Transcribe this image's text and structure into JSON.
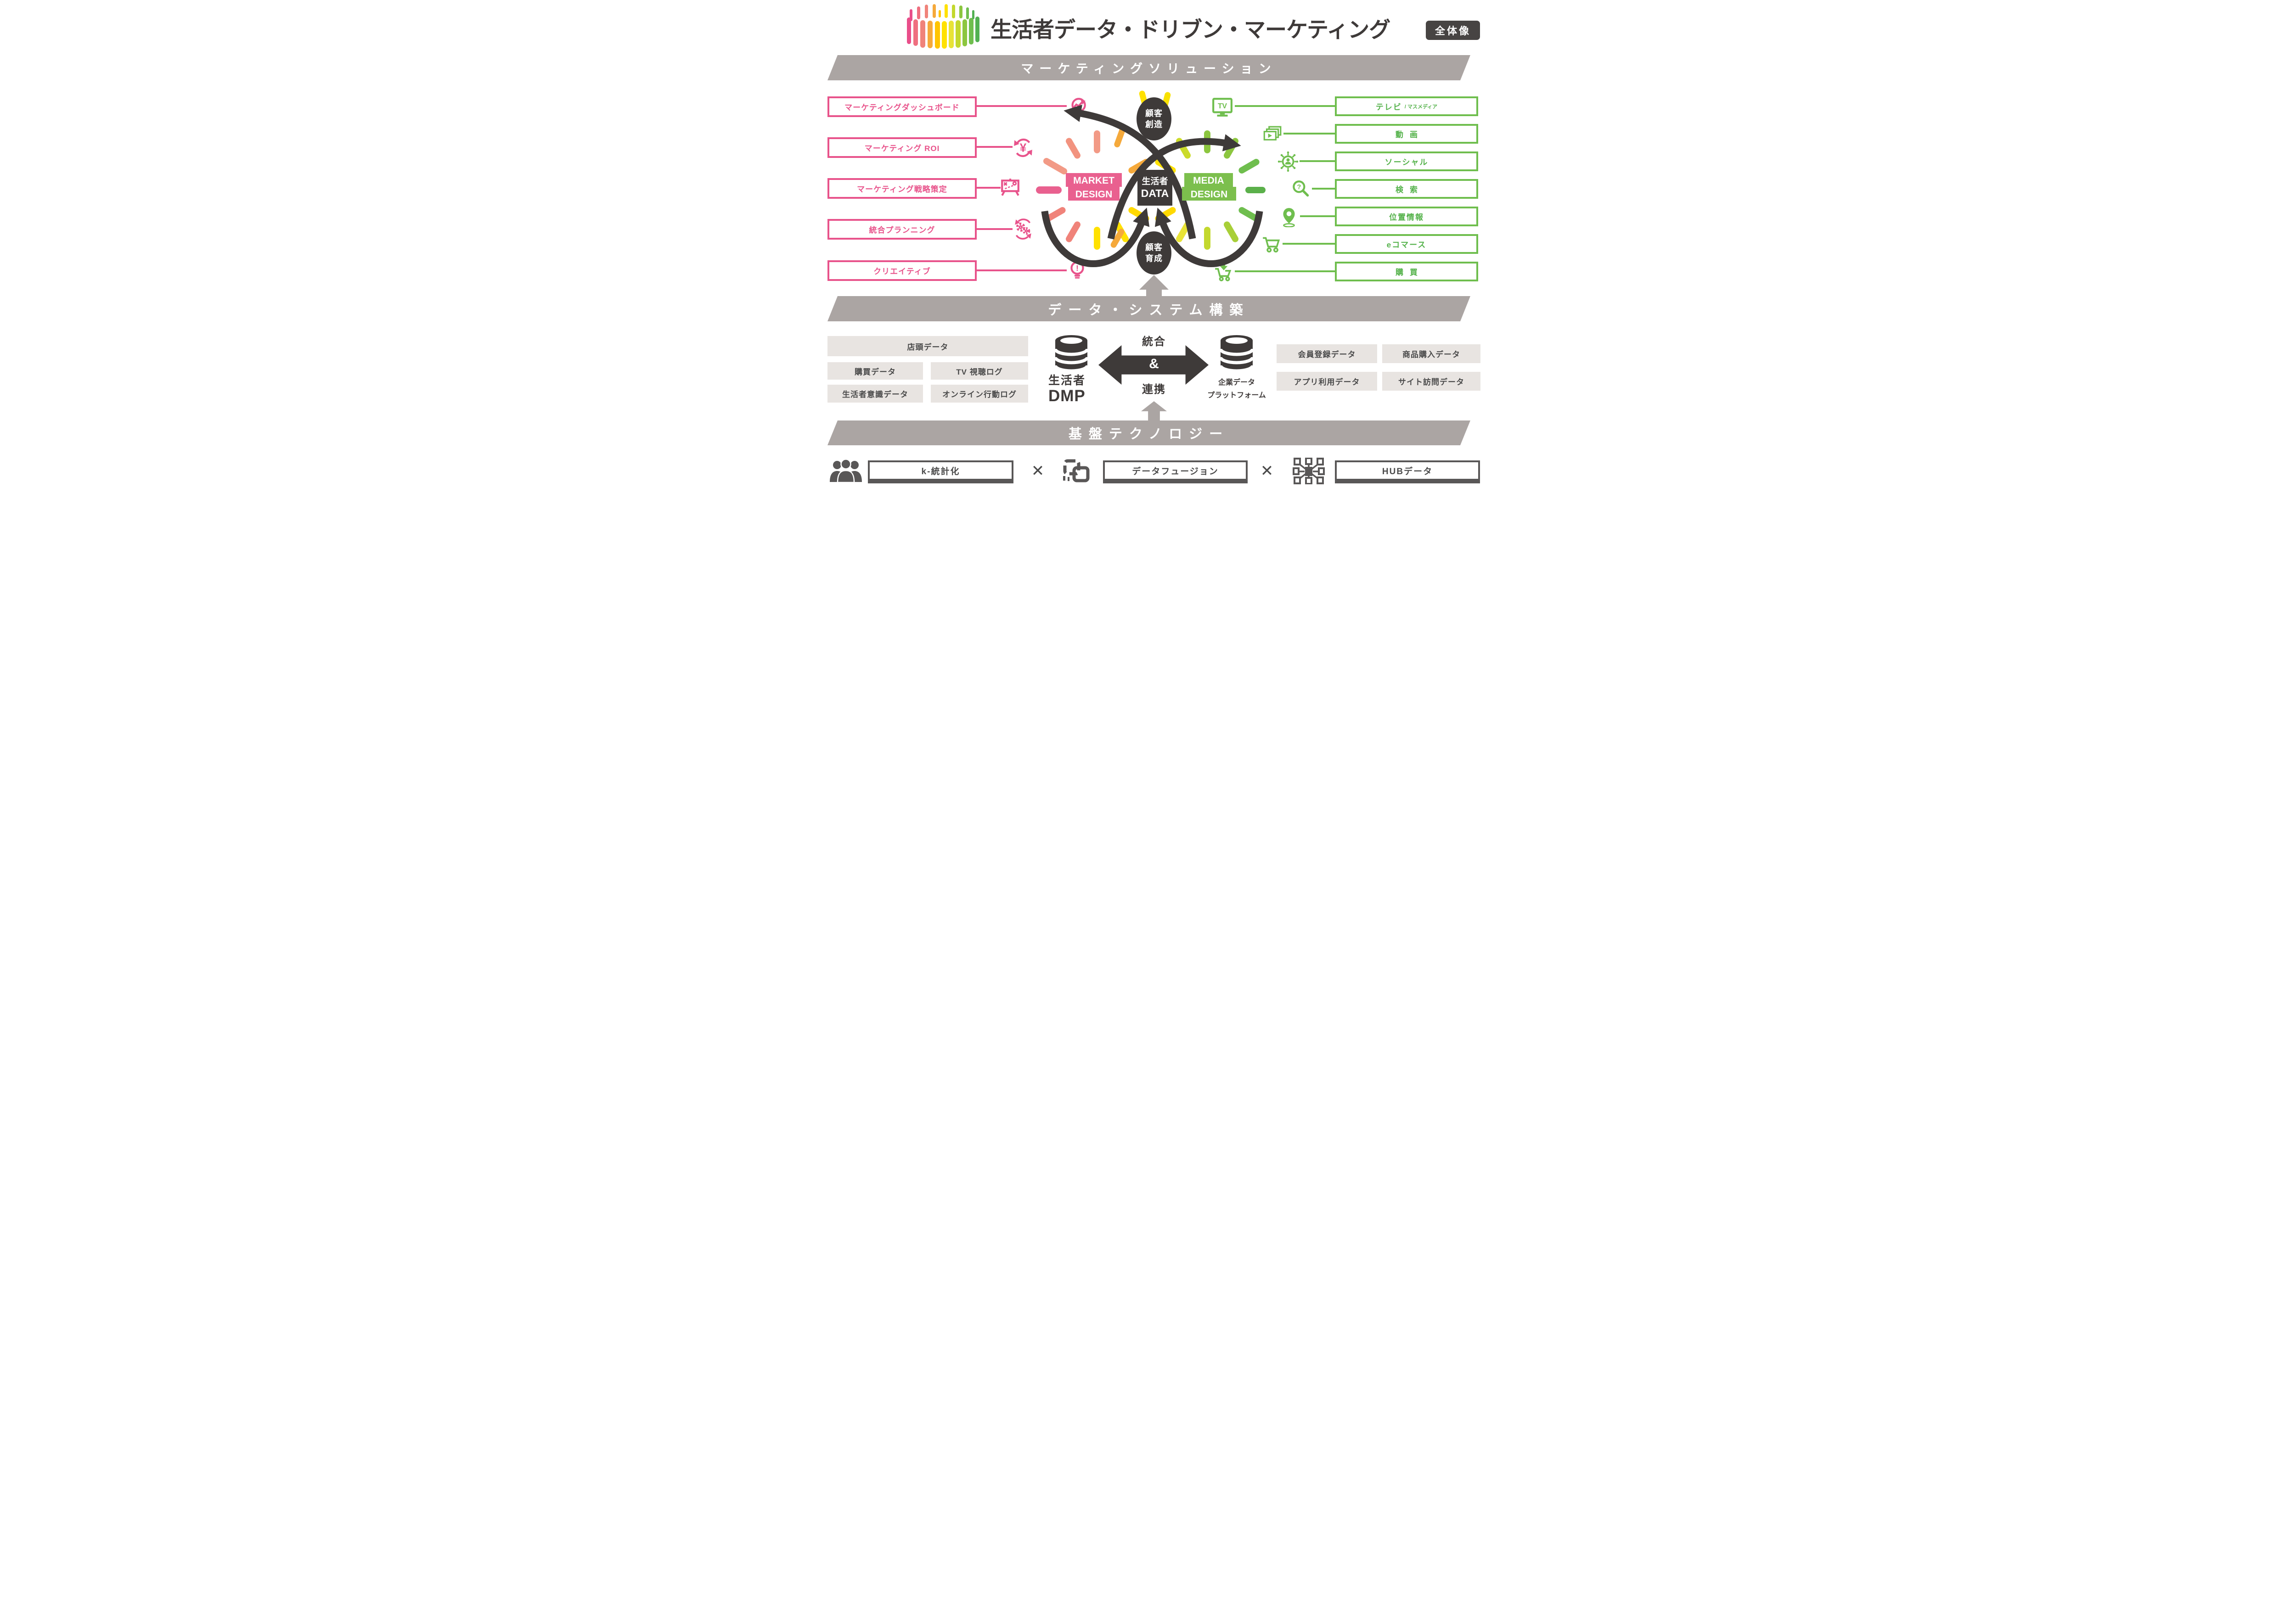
{
  "header": {
    "title": "生活者データ・ドリブン・マーケティング",
    "badge": "全体像"
  },
  "banners": {
    "solutions": "マーケティングソリューション",
    "data_system": "データ・システム構築",
    "technology": "基盤テクノロジー"
  },
  "solutions": {
    "left": [
      {
        "label": "マーケティングダッシュボード",
        "icon": "chart-growth-icon"
      },
      {
        "label": "マーケティング ROI",
        "icon": "yen-cycle-icon"
      },
      {
        "label": "マーケティング戦略策定",
        "icon": "strategy-board-icon"
      },
      {
        "label": "統合プランニング",
        "icon": "gears-cycle-icon"
      },
      {
        "label": "クリエイティブ",
        "icon": "idea-bulb-icon"
      }
    ],
    "right": [
      {
        "label": "テレビ",
        "suffix": "/ マスメディア",
        "icon": "tv-icon"
      },
      {
        "label": "動画",
        "icon": "video-icon"
      },
      {
        "label": "ソーシャル",
        "icon": "social-icon"
      },
      {
        "label": "検索",
        "icon": "search-icon"
      },
      {
        "label": "位置情報",
        "icon": "location-icon"
      },
      {
        "label": "eコマース",
        "icon": "ecommerce-cart-icon"
      },
      {
        "label": "購買",
        "icon": "purchase-cart-icon"
      }
    ],
    "center": {
      "market_line1": "MARKET",
      "market_line2": "DESIGN",
      "data_line1": "生活者",
      "data_line2": "DATA",
      "media_line1": "MEDIA",
      "media_line2": "DESIGN",
      "create_line1": "顧客",
      "create_line2": "創造",
      "nurture_line1": "顧客",
      "nurture_line2": "育成"
    }
  },
  "data_system": {
    "left_sources": {
      "wide": "店頭データ",
      "r2c1": "購買データ",
      "r2c2": "TV 視聴ログ",
      "r3c1": "生活者意識データ",
      "r3c2": "オンライン行動ログ"
    },
    "dmp_line1": "生活者",
    "dmp_line2": "DMP",
    "link_top": "統合",
    "link_mid": "&",
    "link_bottom": "連携",
    "enterprise_line1": "企業データ",
    "enterprise_line2": "プラットフォーム",
    "right_sources": {
      "r1c1": "会員登録データ",
      "r1c2": "商品購入データ",
      "r2c1": "アプリ利用データ",
      "r2c2": "サイト訪問データ"
    }
  },
  "technology": {
    "item1": {
      "label": "k-統計化",
      "icon": "people-group-icon"
    },
    "item2": {
      "label": "データフュージョン",
      "icon": "data-fusion-icon"
    },
    "item3": {
      "label": "HUBデータ",
      "icon": "hub-network-icon"
    },
    "multiply": "✕"
  },
  "glyphs": {
    "tv": "TV",
    "yen": "¥",
    "question": "?",
    "exclamation": "!"
  },
  "colors": {
    "pink": "#E8538B",
    "salmon": "#F0837A",
    "orange": "#F5A93B",
    "yellow": "#FFD900",
    "yellow_green": "#C3D82E",
    "green": "#6FBE4E",
    "dark": "#3E3A39",
    "banner_gray": "#ABA5A3",
    "light_gray_box": "#E8E4E1",
    "border_gray": "#595757"
  }
}
